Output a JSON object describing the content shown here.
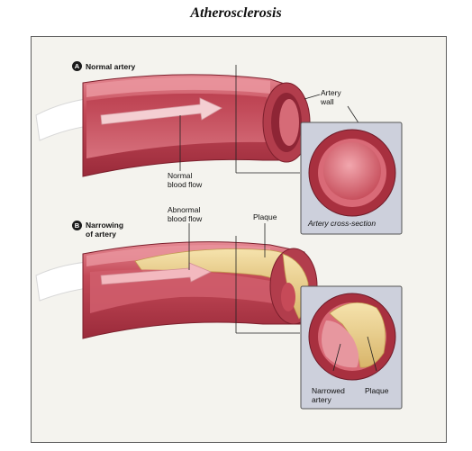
{
  "title": "Atherosclerosis",
  "panel_a": {
    "badge": "A",
    "heading": "Normal artery",
    "artery_wall_label": "Artery\nwall",
    "blood_flow_label": "Normal\nblood flow",
    "cross_section_caption": "Artery cross-section"
  },
  "panel_b": {
    "badge": "B",
    "heading": "Narrowing\nof artery",
    "abnormal_flow_label": "Abnormal\nblood flow",
    "plaque_label": "Plaque",
    "narrowed_label": "Narrowed\nartery",
    "plaque_label_2": "Plaque"
  },
  "colors": {
    "artery_dark": "#a83242",
    "artery_mid": "#c9515f",
    "artery_light": "#e98c95",
    "lumen": "#e27a85",
    "plaque": "#f0d89a",
    "plaque_dark": "#c9a95c",
    "inset_bg": "#cdd0dc"
  }
}
